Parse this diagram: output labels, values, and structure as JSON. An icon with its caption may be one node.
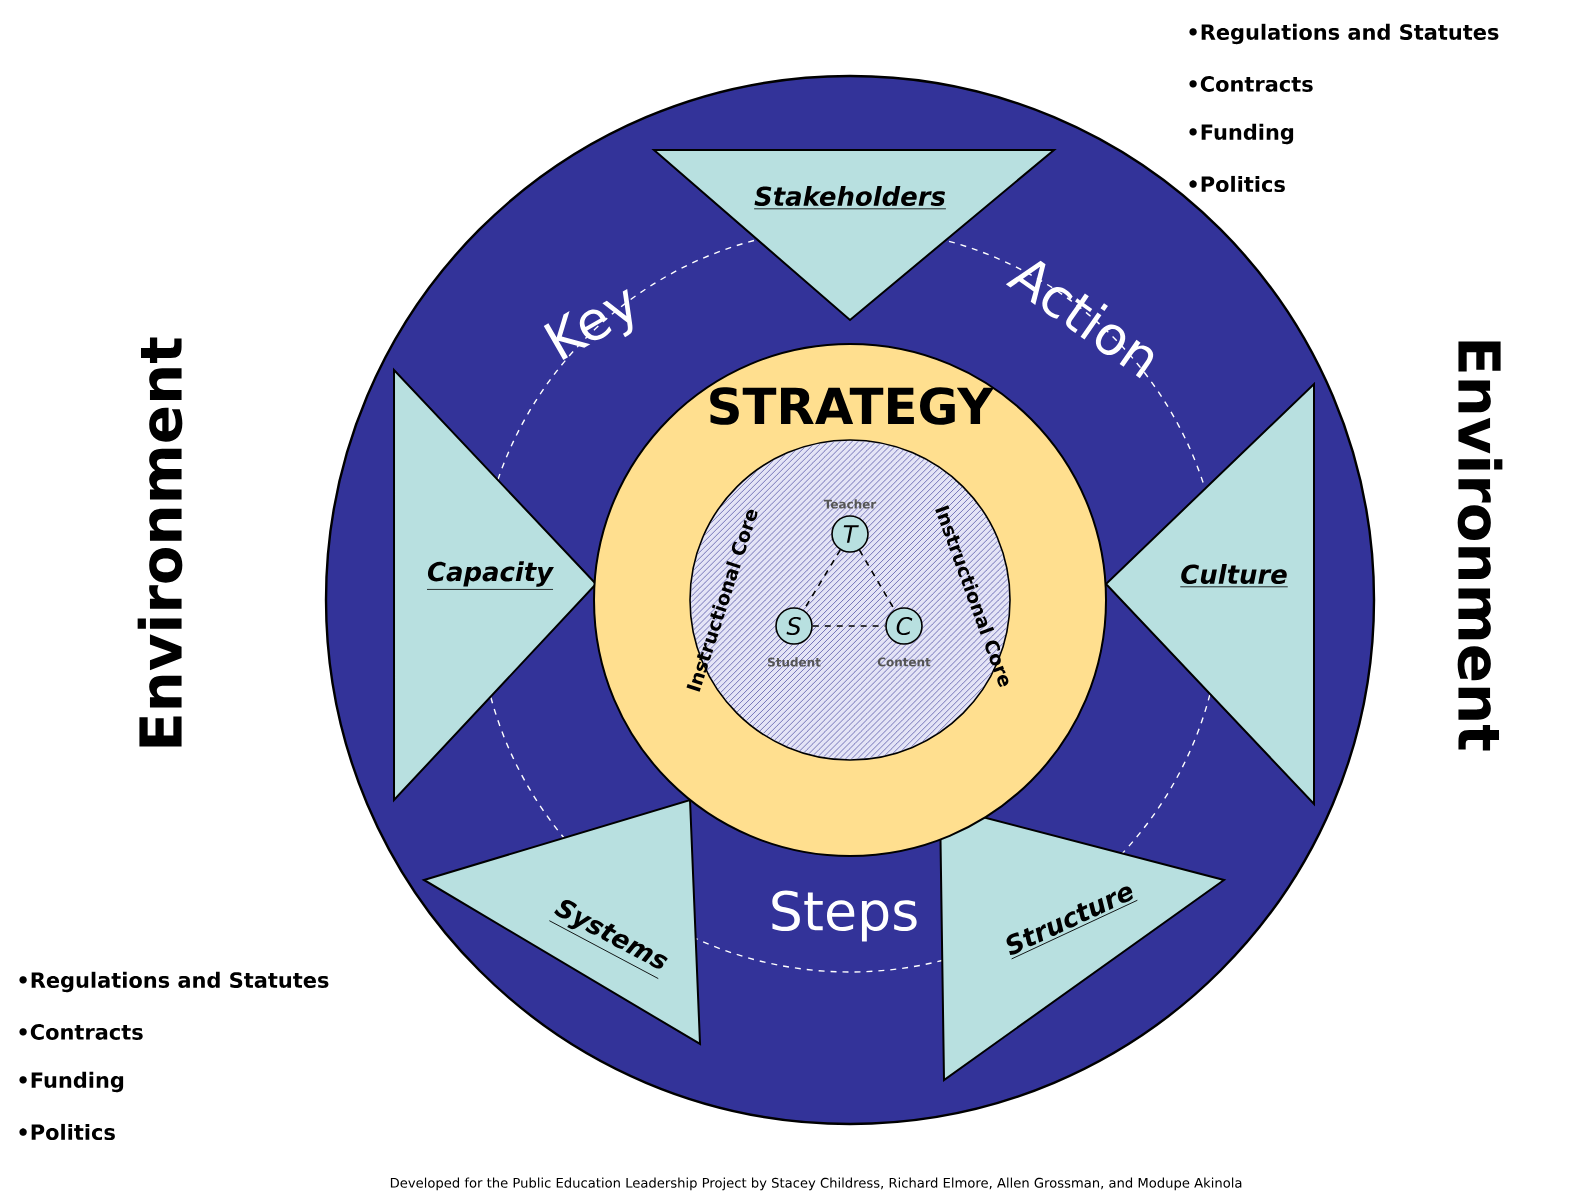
{
  "diagram": {
    "caption": "Developed for the Public Education Leadership Project by Stacey Childress, Richard Elmore, Allen Grossman, and Modupe Akinola",
    "nodes": [
      {
        "text": [
          "Stakeholders"
        ]
      },
      {
        "text": [
          "Capacity"
        ]
      },
      {
        "text": [
          "Culture"
        ]
      },
      {
        "text": [
          "Systems"
        ]
      },
      {
        "text": [
          "Structure"
        ]
      },
      {
        "text": [
          "STRATEGY"
        ]
      },
      {
        "text": [
          "Instructional Core",
          "Instructional Core"
        ],
        "in": 5
      },
      {
        "text": [
          "T"
        ],
        "beside": [
          "Teacher"
        ],
        "in": 6
      },
      {
        "text": [
          "S"
        ],
        "beside": [
          "Student"
        ],
        "in": 6
      },
      {
        "text": [
          "C"
        ],
        "beside": [
          "Content"
        ],
        "in": 6
      }
    ],
    "edges": [
      {
        "from": 7,
        "to": 8,
        "arrow": "none",
        "style": "dashed"
      },
      {
        "from": 7,
        "to": 9,
        "arrow": "none",
        "style": "dashed"
      },
      {
        "from": 8,
        "to": 9,
        "arrow": "none",
        "style": "dashed"
      }
    ],
    "labels": [
      "•Regulations and Statutes",
      "•Contracts",
      "•Funding",
      "•Politics",
      "Environment",
      "Key",
      "Action",
      "Environment",
      "Steps",
      "•Regulations and Statutes",
      "•Contracts",
      "•Funding",
      "•Politics"
    ]
  }
}
